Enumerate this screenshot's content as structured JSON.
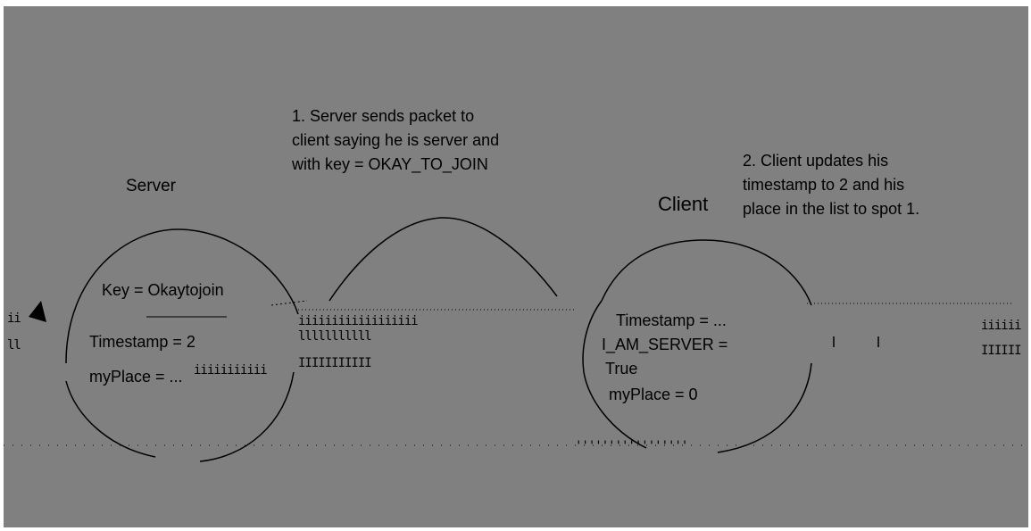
{
  "colors": {
    "background": "#808080",
    "ink": "#000000",
    "page": "#ffffff"
  },
  "server": {
    "title": "Server",
    "key": "Key = Okaytojoin",
    "timestamp": "Timestamp = 2",
    "my_place": "myPlace = ..."
  },
  "client": {
    "title": "Client",
    "timestamp": "Timestamp = ...",
    "i_am_server": "I_AM_SERVER =",
    "true_value": "True",
    "my_place": "myPlace = 0"
  },
  "notes": {
    "step1": [
      "1. Server sends packet to",
      "client saying he is server and",
      "with key = OKAY_TO_JOIN"
    ],
    "step2": [
      "2. Client updates his",
      "timestamp to 2 and his",
      "place in the list to spot 1."
    ]
  }
}
